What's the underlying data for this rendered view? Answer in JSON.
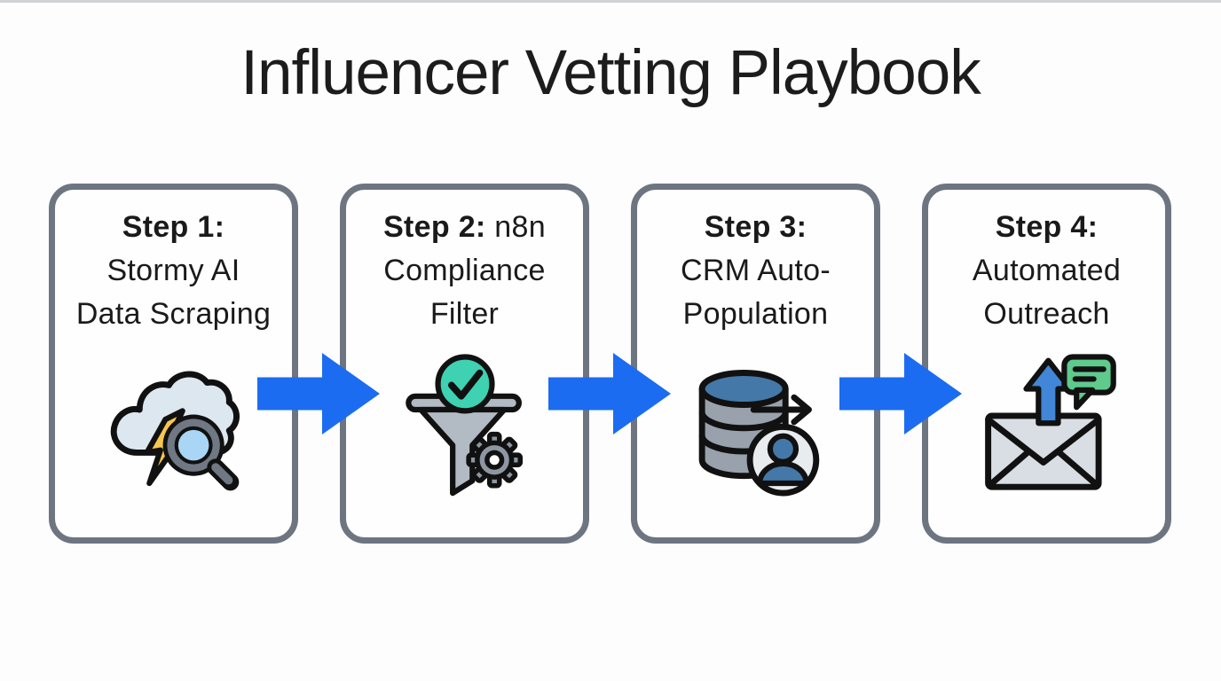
{
  "title": "Influencer Vetting Playbook",
  "steps": [
    {
      "heading_bold": "Step 1:",
      "heading_suffix": "",
      "line1": "Stormy AI",
      "line2": "Data Scraping",
      "icon": "cloud-lightning-magnifier-icon"
    },
    {
      "heading_bold": "Step 2:",
      "heading_suffix": " n8n",
      "line1": "Compliance",
      "line2": "Filter",
      "icon": "funnel-check-gear-icon"
    },
    {
      "heading_bold": "Step 3:",
      "heading_suffix": "",
      "line1": "CRM Auto-",
      "line2": "Population",
      "icon": "database-user-export-icon"
    },
    {
      "heading_bold": "Step 4:",
      "heading_suffix": "",
      "line1": "Automated",
      "line2": "Outreach",
      "icon": "email-send-message-icon"
    }
  ],
  "colors": {
    "arrow_blue": "#1b6cf0",
    "card_border": "#6d7581",
    "text": "#1a1a1a",
    "background": "#fdfdfe",
    "cloud_fill": "#dde7f0",
    "bolt_yellow": "#f7c64f",
    "magnifier_gray": "#6f7883",
    "lens_blue": "#a9d6f5",
    "funnel_gray": "#b2bac4",
    "check_teal": "#3ed1b2",
    "gear_gray": "#8d96a2",
    "db_body_gray": "#98a1ac",
    "db_top_blue": "#4478a8",
    "person_badge_bg": "#e8ecef",
    "person_blue": "#4478a8",
    "envelope_gray": "#d8dee4",
    "send_arrow_blue": "#4186d7",
    "bubble_green": "#5ecb8d"
  }
}
